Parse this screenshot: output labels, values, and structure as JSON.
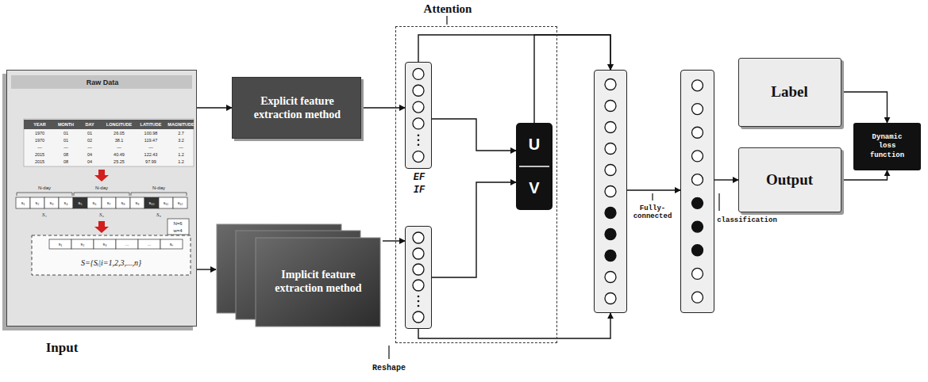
{
  "diagram": {
    "nodes": [
      {
        "text": [
          "Raw Data",
          "Input"
        ]
      },
      {
        "text": [
          "Explicit feature extraction method"
        ]
      },
      {
        "text": [
          "Implicit feature extraction method"
        ]
      },
      {
        "text": [
          "Attention"
        ]
      },
      {
        "text": [
          "EF"
        ],
        "in": 3
      },
      {
        "text": [
          "IF"
        ],
        "in": 3
      },
      {
        "text": [
          "U",
          "V"
        ],
        "in": 3
      },
      {
        "text": []
      },
      {
        "text": []
      },
      {
        "text": [
          "Label"
        ]
      },
      {
        "text": [
          "Output"
        ]
      },
      {
        "text": [
          "Dynamic loss function"
        ]
      }
    ],
    "edges": [
      {
        "from": 0,
        "to": 1,
        "arrow": "to"
      },
      {
        "from": 0,
        "to": 2,
        "arrow": "to"
      },
      {
        "from": 1,
        "to": 4,
        "arrow": "to"
      },
      {
        "from": 2,
        "to": 5,
        "arrow": "to"
      },
      {
        "from": 4,
        "to": 6,
        "arrow": "to"
      },
      {
        "from": 5,
        "to": 6,
        "arrow": "to"
      },
      {
        "from": 4,
        "to": 7,
        "arrow": "to"
      },
      {
        "from": 5,
        "to": 7,
        "arrow": "to"
      },
      {
        "from": 6,
        "to": 7,
        "arrow": "to"
      },
      {
        "from": 7,
        "to": 8,
        "arrow": "to",
        "label": "Fully-connected"
      },
      {
        "from": 8,
        "to": 10,
        "arrow": "to",
        "label": "classification"
      },
      {
        "from": 9,
        "to": 11,
        "arrow": "to"
      },
      {
        "from": 10,
        "to": 11,
        "arrow": "to"
      }
    ],
    "labels": [
      "YEAR",
      "MONTH",
      "DAY",
      "LONGITUDE",
      "LATITUDE",
      "MAGNITUDE",
      "1970",
      "01",
      "01",
      "26.05",
      "100.98",
      "2.7",
      "1970",
      "01",
      "02",
      "38.1",
      "119.47",
      "3.2",
      "—",
      "—",
      "—",
      "—",
      "—",
      "—",
      "2015",
      "08",
      "04",
      "40.49",
      "122.43",
      "1.2",
      "2015",
      "08",
      "04",
      "25.25",
      "97.99",
      "1.2",
      "N-day",
      "N-day",
      "N-day",
      "S₁",
      "S₂",
      "S₃",
      "N=6",
      "w=4",
      "s₁",
      "s₂",
      "s₃",
      "s₄",
      "s₅",
      "s₆",
      "s₇",
      "s₈",
      "s₉",
      "s₁₀",
      "s₁₁",
      "s₁₂",
      "s₁",
      "s₂",
      "s₃",
      "...",
      "...",
      "sₙ",
      "S={Sᵢ|i=1,2,3,...,n}",
      "Reshape"
    ]
  }
}
